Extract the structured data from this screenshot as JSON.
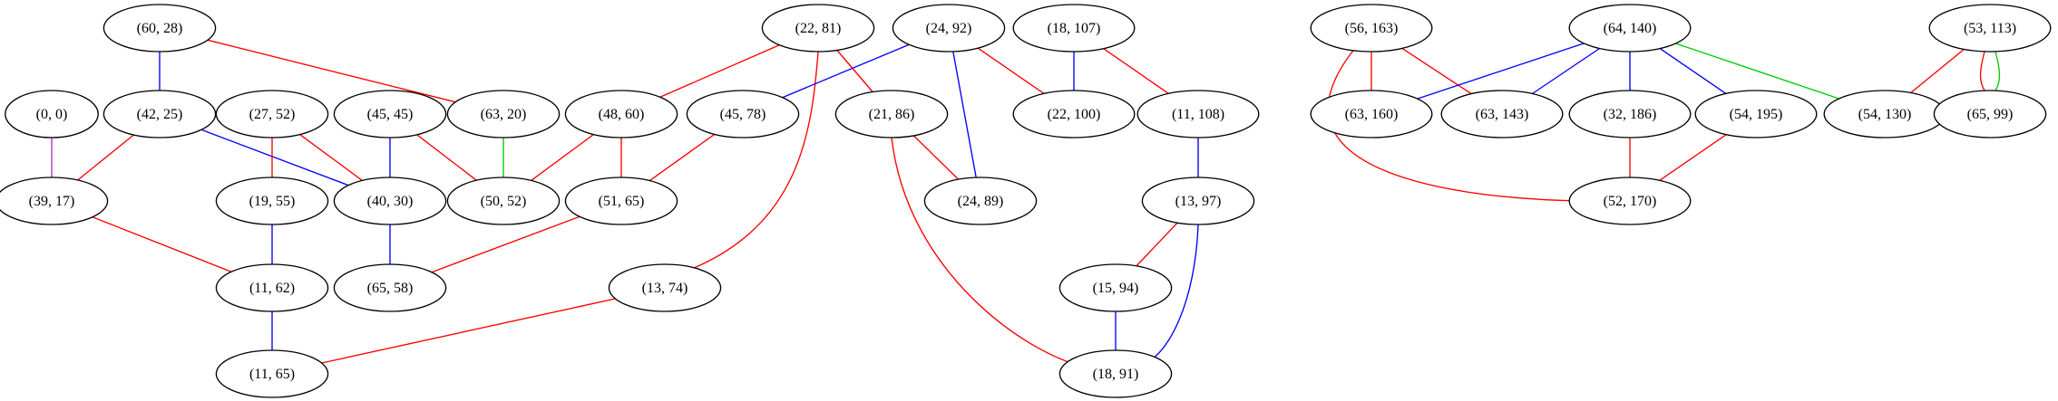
{
  "colors": {
    "red": "#ff0000",
    "blue": "#0000ff",
    "green": "#00cc00",
    "purple": "#b030b0"
  },
  "nodes": [
    {
      "id": "n60_28",
      "label": "(60, 28)"
    },
    {
      "id": "n22_81",
      "label": "(22, 81)"
    },
    {
      "id": "n24_92",
      "label": "(24, 92)"
    },
    {
      "id": "n18_107",
      "label": "(18, 107)"
    },
    {
      "id": "n56_163",
      "label": "(56, 163)"
    },
    {
      "id": "n64_140",
      "label": "(64, 140)"
    },
    {
      "id": "n53_113",
      "label": "(53, 113)"
    },
    {
      "id": "n0_0",
      "label": "(0, 0)"
    },
    {
      "id": "n42_25",
      "label": "(42, 25)"
    },
    {
      "id": "n27_52",
      "label": "(27, 52)"
    },
    {
      "id": "n45_45",
      "label": "(45, 45)"
    },
    {
      "id": "n63_20",
      "label": "(63, 20)"
    },
    {
      "id": "n48_60",
      "label": "(48, 60)"
    },
    {
      "id": "n45_78",
      "label": "(45, 78)"
    },
    {
      "id": "n21_86",
      "label": "(21, 86)"
    },
    {
      "id": "n22_100",
      "label": "(22, 100)"
    },
    {
      "id": "n11_108",
      "label": "(11, 108)"
    },
    {
      "id": "n63_160",
      "label": "(63, 160)"
    },
    {
      "id": "n63_143",
      "label": "(63, 143)"
    },
    {
      "id": "n32_186",
      "label": "(32, 186)"
    },
    {
      "id": "n54_195",
      "label": "(54, 195)"
    },
    {
      "id": "n54_130",
      "label": "(54, 130)"
    },
    {
      "id": "n65_99",
      "label": "(65, 99)"
    },
    {
      "id": "n39_17",
      "label": "(39, 17)"
    },
    {
      "id": "n19_55",
      "label": "(19, 55)"
    },
    {
      "id": "n40_30",
      "label": "(40, 30)"
    },
    {
      "id": "n50_52",
      "label": "(50, 52)"
    },
    {
      "id": "n51_65",
      "label": "(51, 65)"
    },
    {
      "id": "n24_89",
      "label": "(24, 89)"
    },
    {
      "id": "n13_97",
      "label": "(13, 97)"
    },
    {
      "id": "n52_170",
      "label": "(52, 170)"
    },
    {
      "id": "n11_62",
      "label": "(11, 62)"
    },
    {
      "id": "n65_58",
      "label": "(65, 58)"
    },
    {
      "id": "n13_74",
      "label": "(13, 74)"
    },
    {
      "id": "n15_94",
      "label": "(15, 94)"
    },
    {
      "id": "n11_65",
      "label": "(11, 65)"
    },
    {
      "id": "n18_91",
      "label": "(18, 91)"
    }
  ],
  "edges": [
    {
      "from": "n60_28",
      "to": "n42_25",
      "color": "blue"
    },
    {
      "from": "n60_28",
      "to": "n63_20",
      "color": "red"
    },
    {
      "from": "n0_0",
      "to": "n39_17",
      "color": "purple"
    },
    {
      "from": "n42_25",
      "to": "n39_17",
      "color": "red"
    },
    {
      "from": "n42_25",
      "to": "n40_30",
      "color": "blue"
    },
    {
      "from": "n27_52",
      "to": "n19_55",
      "color": "red"
    },
    {
      "from": "n27_52",
      "to": "n40_30",
      "color": "red"
    },
    {
      "from": "n45_45",
      "to": "n40_30",
      "color": "blue"
    },
    {
      "from": "n45_45",
      "to": "n50_52",
      "color": "red"
    },
    {
      "from": "n63_20",
      "to": "n50_52",
      "color": "green"
    },
    {
      "from": "n48_60",
      "to": "n50_52",
      "color": "red"
    },
    {
      "from": "n48_60",
      "to": "n51_65",
      "color": "red"
    },
    {
      "from": "n22_81",
      "to": "n48_60",
      "color": "red"
    },
    {
      "from": "n22_81",
      "to": "n21_86",
      "color": "red"
    },
    {
      "from": "n22_81",
      "to": "n13_74",
      "color": "red"
    },
    {
      "from": "n24_92",
      "to": "n45_78",
      "color": "blue"
    },
    {
      "from": "n24_92",
      "to": "n24_89",
      "color": "blue"
    },
    {
      "from": "n24_92",
      "to": "n22_100",
      "color": "red"
    },
    {
      "from": "n45_78",
      "to": "n51_65",
      "color": "red"
    },
    {
      "from": "n21_86",
      "to": "n24_89",
      "color": "red"
    },
    {
      "from": "n21_86",
      "to": "n18_91",
      "color": "red"
    },
    {
      "from": "n18_107",
      "to": "n22_100",
      "color": "blue"
    },
    {
      "from": "n18_107",
      "to": "n11_108",
      "color": "red"
    },
    {
      "from": "n11_108",
      "to": "n13_97",
      "color": "blue"
    },
    {
      "from": "n13_97",
      "to": "n15_94",
      "color": "red"
    },
    {
      "from": "n13_97",
      "to": "n18_91",
      "color": "blue"
    },
    {
      "from": "n15_94",
      "to": "n18_91",
      "color": "blue"
    },
    {
      "from": "n39_17",
      "to": "n11_62",
      "color": "red"
    },
    {
      "from": "n19_55",
      "to": "n11_62",
      "color": "blue"
    },
    {
      "from": "n40_30",
      "to": "n65_58",
      "color": "blue"
    },
    {
      "from": "n51_65",
      "to": "n65_58",
      "color": "red"
    },
    {
      "from": "n11_62",
      "to": "n11_65",
      "color": "blue"
    },
    {
      "from": "n13_74",
      "to": "n11_65",
      "color": "red"
    },
    {
      "from": "n56_163",
      "to": "n63_160",
      "color": "red"
    },
    {
      "from": "n56_163",
      "to": "n63_143",
      "color": "red"
    },
    {
      "from": "n56_163",
      "to": "n52_170",
      "color": "red"
    },
    {
      "from": "n64_140",
      "to": "n63_160",
      "color": "blue"
    },
    {
      "from": "n64_140",
      "to": "n63_143",
      "color": "blue"
    },
    {
      "from": "n64_140",
      "to": "n32_186",
      "color": "blue"
    },
    {
      "from": "n64_140",
      "to": "n54_195",
      "color": "blue"
    },
    {
      "from": "n64_140",
      "to": "n54_130",
      "color": "green"
    },
    {
      "from": "n32_186",
      "to": "n52_170",
      "color": "red"
    },
    {
      "from": "n54_195",
      "to": "n52_170",
      "color": "red"
    },
    {
      "from": "n53_113",
      "to": "n54_130",
      "color": "red"
    },
    {
      "from": "n53_113",
      "to": "n65_99",
      "color": "red"
    },
    {
      "from": "n53_113",
      "to": "n65_99",
      "color": "green"
    }
  ]
}
